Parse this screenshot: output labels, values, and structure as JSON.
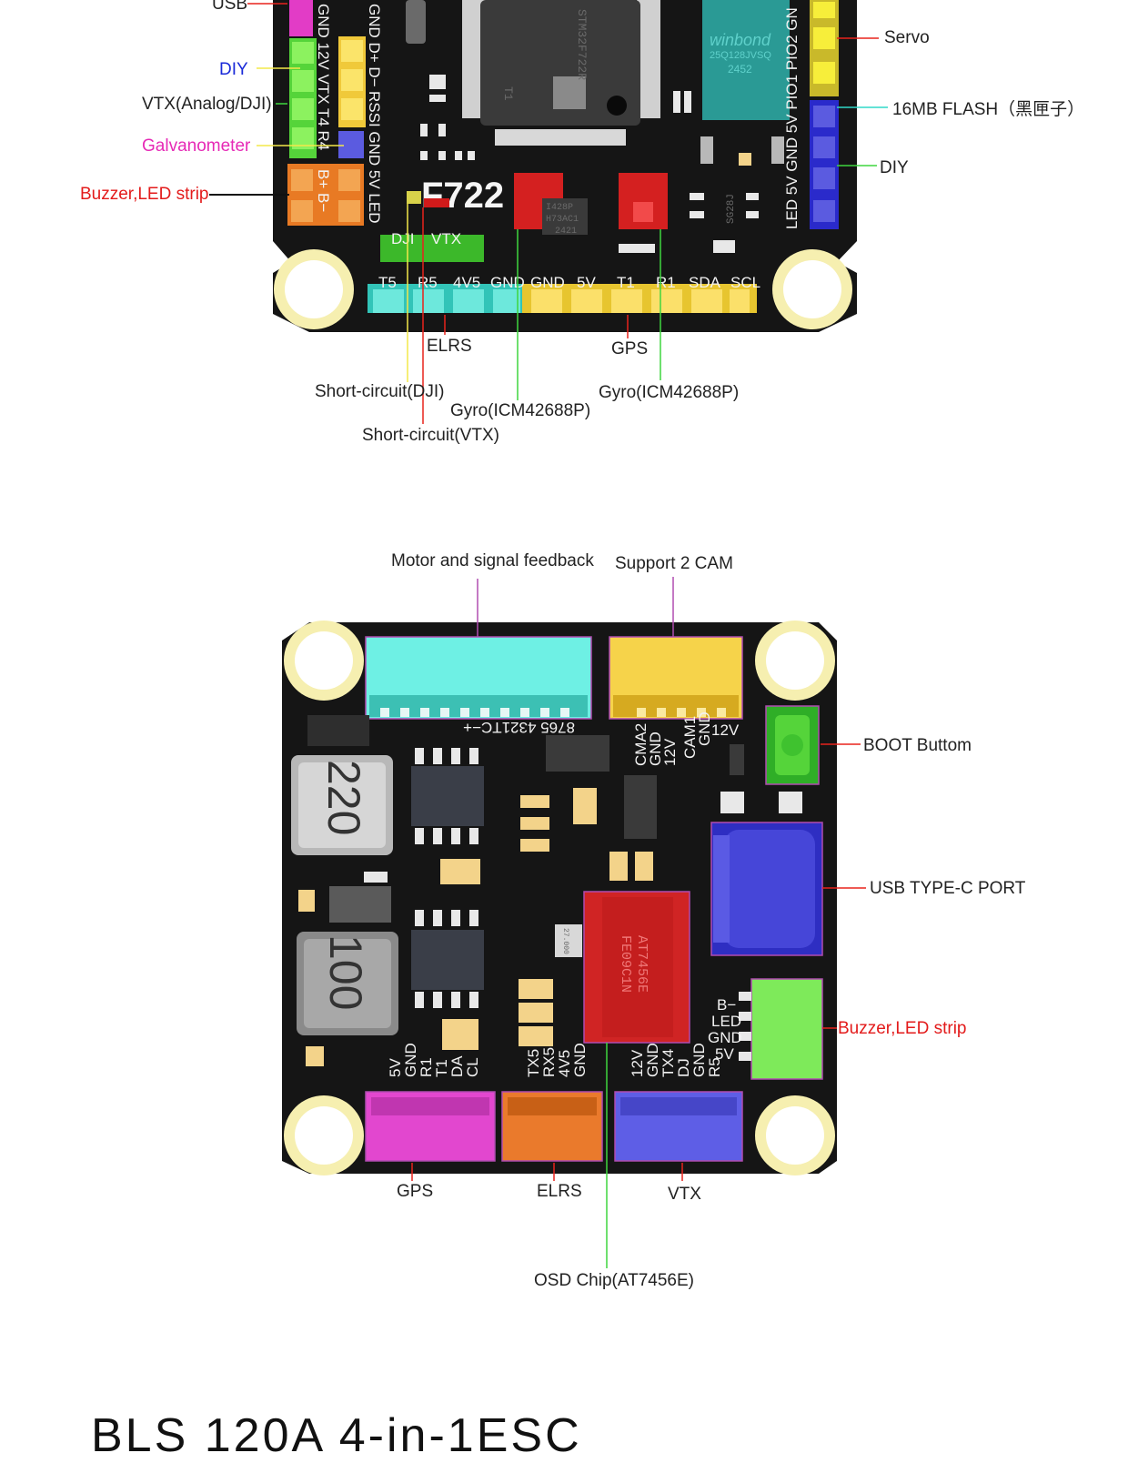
{
  "colors": {
    "board": "#151515",
    "mount_outer": "#f6efb0",
    "mount_inner": "#ffffff",
    "line_red": "#e8231c",
    "line_green": "#3fd63f",
    "line_yellow": "#f3e84a",
    "line_teal": "#31d8c8",
    "text_blue": "#1a2ad8",
    "text_magenta": "#e62ab6",
    "text_red": "#e31b1b"
  },
  "top_board": {
    "left_labels": {
      "usb": "USB",
      "diy": "DIY",
      "vtx": "VTX(Analog/DJI)",
      "galvanometer": "Galvanometer",
      "buzzer": "Buzzer,LED strip"
    },
    "right_labels": {
      "servo": "Servo",
      "flash": "16MB  FLASH（黑匣子）",
      "diy": "DIY"
    },
    "bottom_labels": {
      "elrs": "ELRS",
      "gps": "GPS",
      "short_dji": "Short-circuit(DJI)",
      "gyro_left": "Gyro(ICM42688P)",
      "gyro_right": "Gyro(ICM42688P)",
      "short_vtx": "Short-circuit(VTX)"
    },
    "silkscreen": {
      "fc_name": "F722",
      "dji": "DJI",
      "vtx": "VTX",
      "bottom_pins": [
        "T5",
        "R5",
        "4V5",
        "GND",
        "GND",
        "5V",
        "T1",
        "R1",
        "SDA",
        "SCL"
      ],
      "left_col_a": "GND  12V  VTX  T4  R4",
      "left_col_b": "B+  B−",
      "left_col_c": "GND  D+  D−",
      "left_col_d": "RSSI  GND  5V  LED",
      "right_col_a": "LED  5V  GND  5V  PIO1  PIO2  GN",
      "mcu_mark": "T1",
      "mcu_text": "STM32F722R",
      "flash_brand": "winbond",
      "flash_part": "25Q128JVSQ",
      "flash_code": "2452",
      "gyro_code": "I428P",
      "gyro_code2": "H73AC1",
      "gyro_code3": "2421",
      "sg": "SG28J"
    }
  },
  "bottom_board": {
    "top_labels": {
      "motor": "Motor and signal feedback",
      "cam": "Support 2 CAM"
    },
    "right_labels": {
      "boot": "BOOT Buttom",
      "usb": "USB TYPE-C PORT",
      "buzzer": "Buzzer,LED strip"
    },
    "bottom_labels": {
      "gps": "GPS",
      "elrs": "ELRS",
      "vtx": "VTX",
      "osd": "OSD Chip(AT7456E)"
    },
    "silkscreen": {
      "motor_pins": "8765 4321TC−+",
      "cam_pins": [
        "CMA2",
        "GND",
        "12V",
        "CAM1",
        "GND",
        "12V"
      ],
      "inductor_a": "220",
      "inductor_b": "100",
      "osd_text": "AT7456E",
      "osd_text2": "FE09C1N",
      "crystal": "27.000",
      "gps_pins": [
        "5V",
        "GND",
        "R1",
        "T1",
        "DA",
        "CL"
      ],
      "elrs_pins": [
        "TX5",
        "RX5",
        "4V5",
        "GND"
      ],
      "vtx_pins": [
        "12V",
        "GND",
        "TX4",
        "DJ",
        "GND",
        "R5"
      ],
      "led_pins": [
        "B−",
        "LED",
        "GND",
        "5V"
      ]
    }
  },
  "footer": {
    "title": "BLS 120A 4-in-1ESC"
  }
}
